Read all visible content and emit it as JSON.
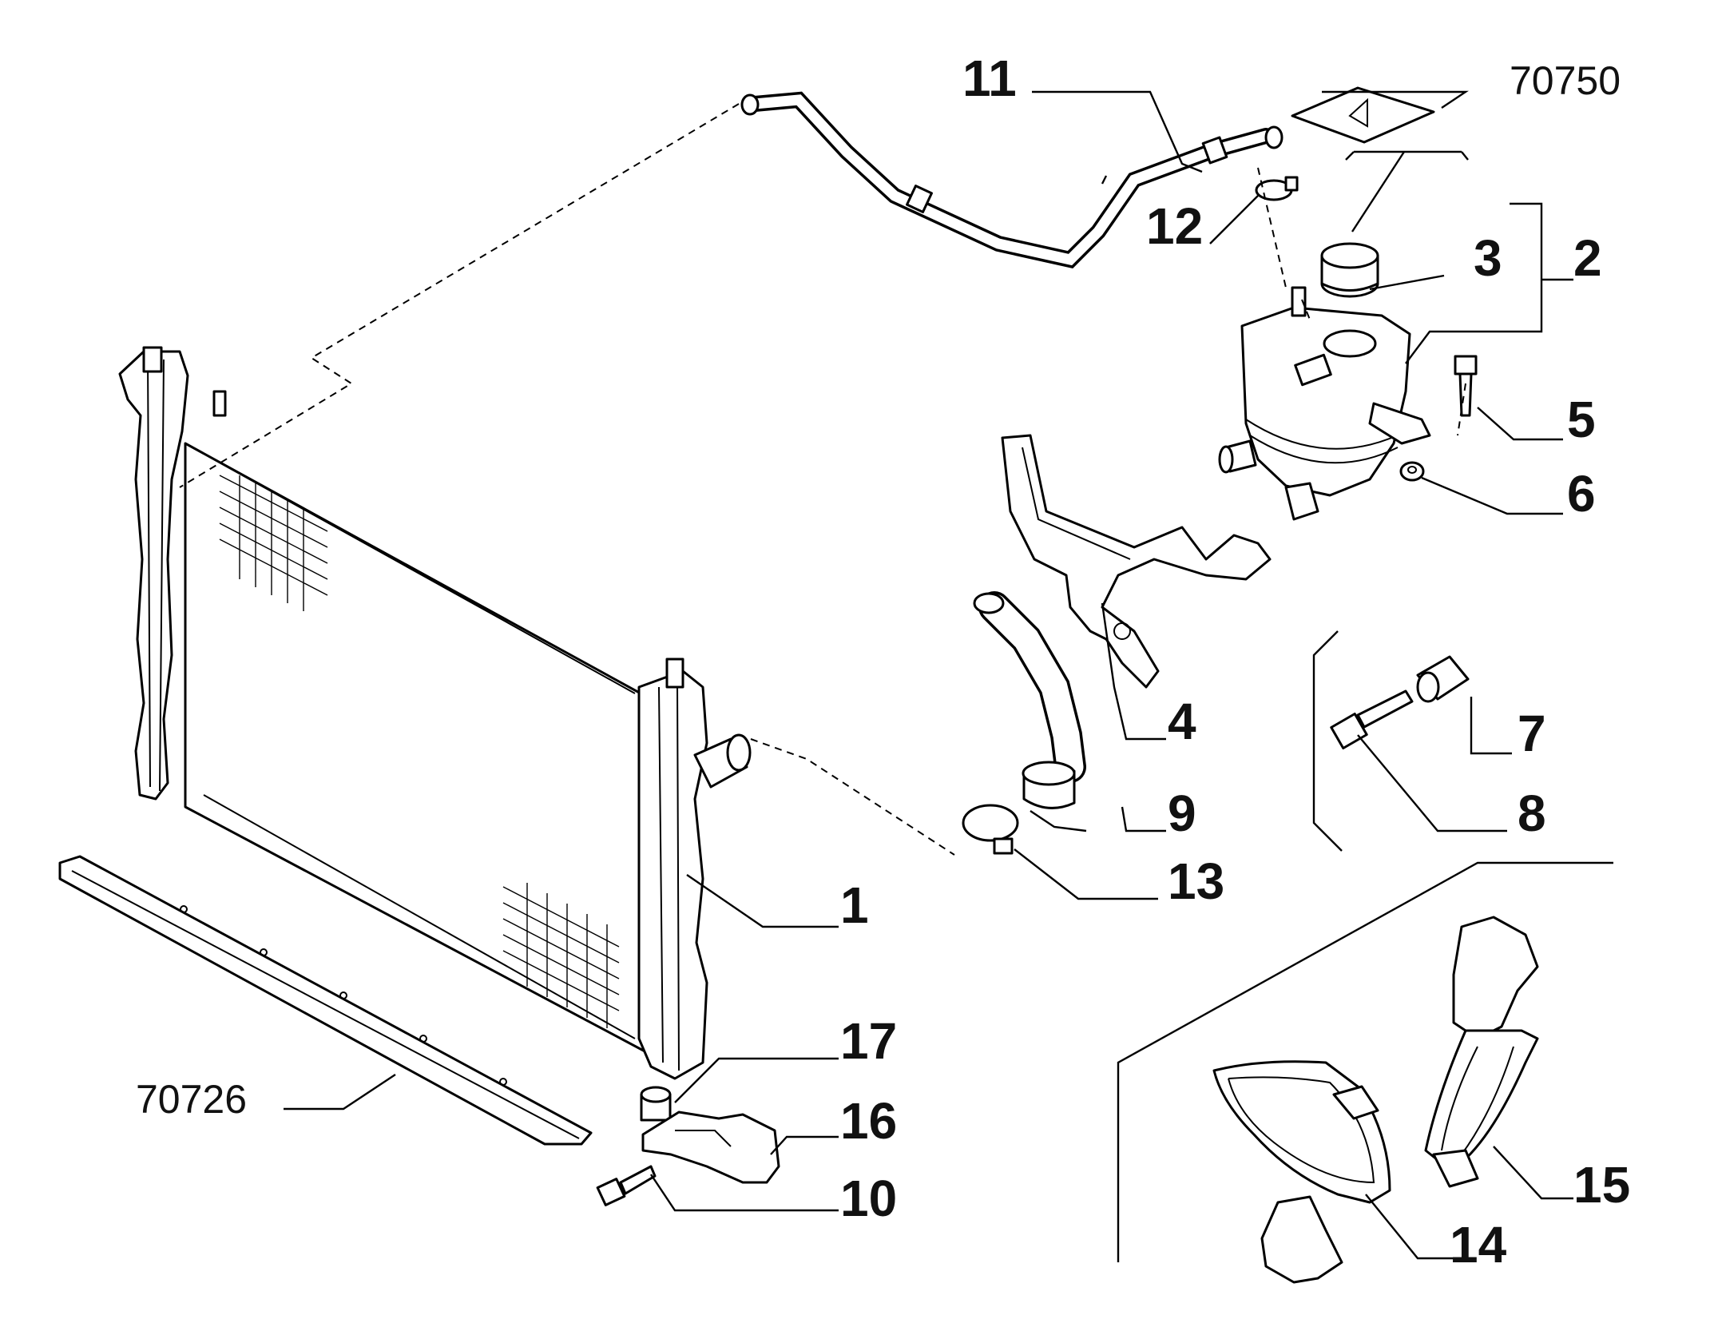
{
  "callouts": {
    "c1": "1",
    "c2": "2",
    "c3": "3",
    "c4": "4",
    "c5": "5",
    "c6": "6",
    "c7": "7",
    "c8": "8",
    "c9": "9",
    "c10": "10",
    "c11": "11",
    "c12": "12",
    "c13": "13",
    "c14": "14",
    "c15": "15",
    "c16": "16",
    "c17": "17"
  },
  "references": {
    "r70750": "70750",
    "r70726": "70726"
  },
  "colors": {
    "line": "#000000",
    "background": "#ffffff",
    "text": "#111111"
  }
}
